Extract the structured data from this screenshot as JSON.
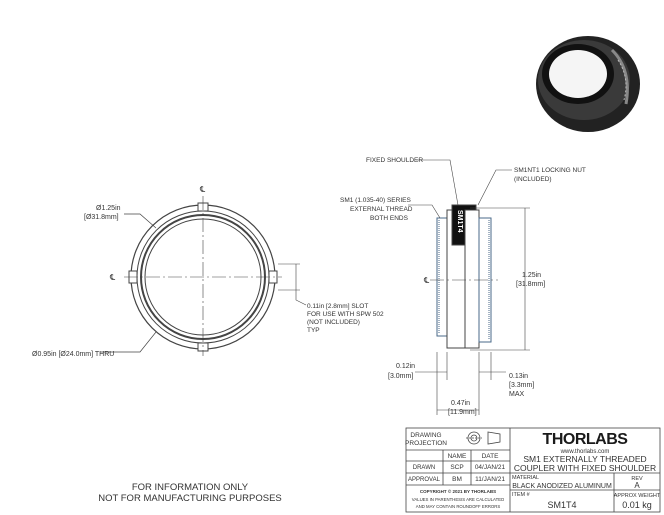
{
  "front_view": {
    "outer_dia": "Ø1.25in",
    "outer_dia_mm": "[Ø31.8mm]",
    "thru_dia": "Ø0.95in [Ø24.0mm] THRU",
    "centerline": "℄",
    "slot_note": [
      "0.11in [2.8mm] SLOT",
      "FOR USE WITH SPW 502",
      "(NOT INCLUDED)",
      "TYP"
    ]
  },
  "side_view": {
    "fixed_shoulder": "FIXED SHOULDER",
    "locking_nut": [
      "SM1NT1 LOCKING NUT",
      "(INCLUDED)"
    ],
    "thread_note": [
      "SM1 (1.035-40) SERIES",
      "EXTERNAL THREAD",
      "BOTH ENDS"
    ],
    "height_in": "1.25in",
    "height_mm": "[31.8mm]",
    "dim_012_in": "0.12in",
    "dim_012_mm": "[3.0mm]",
    "dim_013_in": "0.13in",
    "dim_013_mm": "[3.3mm]",
    "dim_013_max": "MAX",
    "dim_047_in": "0.47in",
    "dim_047_mm": "[11.9mm]",
    "engraving": "SM1T4"
  },
  "disclaimer": [
    "FOR INFORMATION ONLY",
    "NOT FOR MANUFACTURING PURPOSES"
  ],
  "title_block": {
    "projection": [
      "DRAWING",
      "PROJECTION"
    ],
    "name_header": "NAME",
    "date_header": "DATE",
    "rows": [
      {
        "role": "DRAWN",
        "name": "SCP",
        "date": "04/JAN/21"
      },
      {
        "role": "APPROVAL",
        "name": "BM",
        "date": "11/JAN/21"
      }
    ],
    "copyright": "COPYRIGHT © 2021 BY THORLABS",
    "rounding_note": [
      "VALUES IN PARENTHESIS ARE CALCULATED",
      "AND MAY CONTAIN ROUNDOFF ERRORS"
    ],
    "logo": "THORLABS",
    "website": "www.thorlabs.com",
    "title": [
      "SM1 EXTERNALLY THREADED",
      "COUPLER WITH FIXED SHOULDER"
    ],
    "material_label": "MATERIAL",
    "material": "BLACK ANODIZED ALUMINUM",
    "rev_label": "REV",
    "rev": "A",
    "item_label": "ITEM #",
    "item": "SM1T4",
    "weight_label": "APPROX WEIGHT",
    "weight": "0.01 kg"
  },
  "colors": {
    "line": "#444444",
    "thread": "#4a6a8a",
    "dark": "#1a1a1a"
  }
}
